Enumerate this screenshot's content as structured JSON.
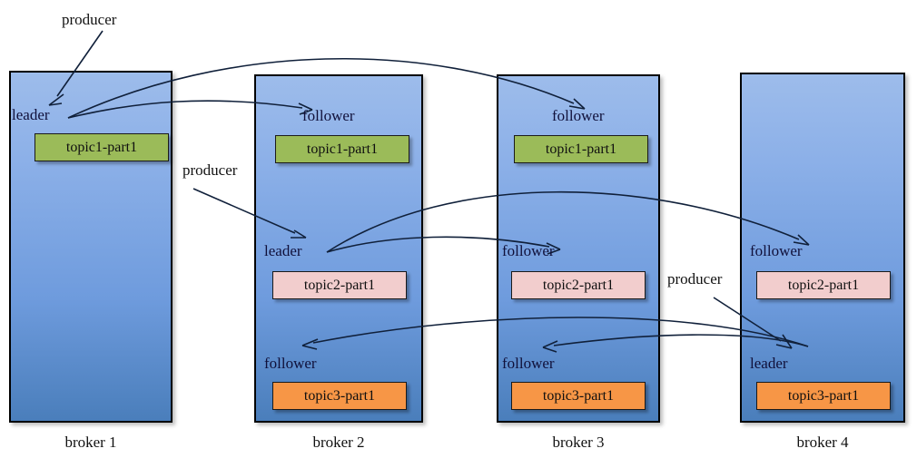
{
  "diagram": {
    "title": "kafka-broker-partition-replication",
    "colors": {
      "broker_fill_top": "#9DBCEB",
      "broker_fill_bottom": "#4A7EBB",
      "topic1_color": "#9BBB59",
      "topic2_color": "#F2CDCD",
      "topic3_color": "#F79646",
      "border": "#000000",
      "arrow": "#10203A"
    },
    "brokers": [
      {
        "caption": "broker 1",
        "roles": [
          {
            "label": "leader"
          }
        ],
        "partitions": [
          {
            "label": "topic1-part1",
            "color_key": "topic1_color"
          }
        ]
      },
      {
        "caption": "broker 2",
        "roles": [
          {
            "label": "follower"
          },
          {
            "label": "leader"
          },
          {
            "label": "follower"
          }
        ],
        "partitions": [
          {
            "label": "topic1-part1",
            "color_key": "topic1_color"
          },
          {
            "label": "topic2-part1",
            "color_key": "topic2_color"
          },
          {
            "label": "topic3-part1",
            "color_key": "topic3_color"
          }
        ]
      },
      {
        "caption": "broker 3",
        "roles": [
          {
            "label": "follower"
          },
          {
            "label": "follower"
          },
          {
            "label": "follower"
          }
        ],
        "partitions": [
          {
            "label": "topic1-part1",
            "color_key": "topic1_color"
          },
          {
            "label": "topic2-part1",
            "color_key": "topic2_color"
          },
          {
            "label": "topic3-part1",
            "color_key": "topic3_color"
          }
        ]
      },
      {
        "caption": "broker 4",
        "roles": [
          {
            "label": "follower"
          },
          {
            "label": "leader"
          }
        ],
        "partitions": [
          {
            "label": "topic2-part1",
            "color_key": "topic2_color"
          },
          {
            "label": "topic3-part1",
            "color_key": "topic3_color"
          }
        ]
      }
    ],
    "producers": [
      {
        "label": "producer",
        "target": "broker1-leader-topic1"
      },
      {
        "label": "producer",
        "target": "broker2-leader-topic2"
      },
      {
        "label": "producer",
        "target": "broker4-leader-topic3"
      }
    ],
    "replication": [
      {
        "from": "broker1-leader-topic1",
        "to": "broker2-follower-topic1"
      },
      {
        "from": "broker1-leader-topic1",
        "to": "broker3-follower-topic1"
      },
      {
        "from": "broker2-leader-topic2",
        "to": "broker3-follower-topic2"
      },
      {
        "from": "broker2-leader-topic2",
        "to": "broker4-follower-topic2"
      },
      {
        "from": "broker4-leader-topic3",
        "to": "broker2-follower-topic3"
      },
      {
        "from": "broker4-leader-topic3",
        "to": "broker3-follower-topic3"
      }
    ]
  }
}
